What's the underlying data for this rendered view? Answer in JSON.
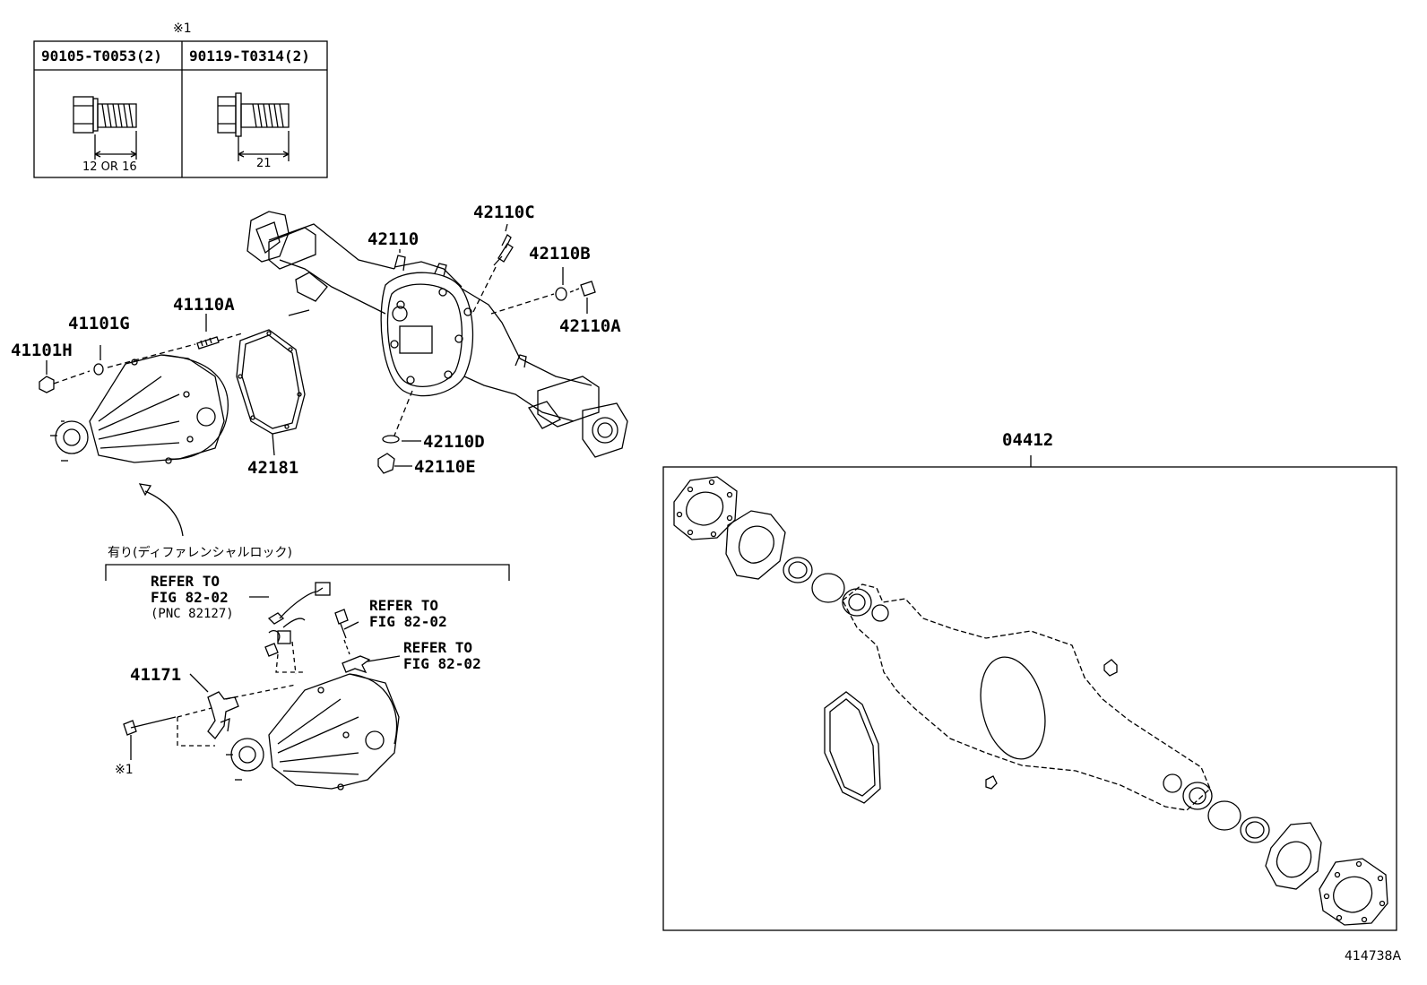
{
  "note_mark": "※1",
  "bolt_table": {
    "col1_part": "90105-T0053(2)",
    "col2_part": "90119-T0314(2)",
    "col1_dim": "12 OR 16",
    "col2_dim": "21"
  },
  "callouts": {
    "c42110C": "42110C",
    "c42110": "42110",
    "c42110B": "42110B",
    "c42110A": "42110A",
    "c41110A": "41110A",
    "c41101G": "41101G",
    "c41101H": "41101H",
    "c42181": "42181",
    "c42110D": "42110D",
    "c42110E": "42110E",
    "c04412": "04412",
    "c41171": "41171"
  },
  "option_group": {
    "title": "有り(ディファレンシャルロック)",
    "ref1_line1": "REFER TO",
    "ref1_line2": "FIG 82-02",
    "ref1_line3": "(PNC 82127)",
    "ref2_line1": "REFER TO",
    "ref2_line2": "FIG 82-02",
    "ref3_line1": "REFER TO",
    "ref3_line2": "FIG 82-02",
    "bolt_mark": "※1"
  },
  "illustration_id": "414738A"
}
